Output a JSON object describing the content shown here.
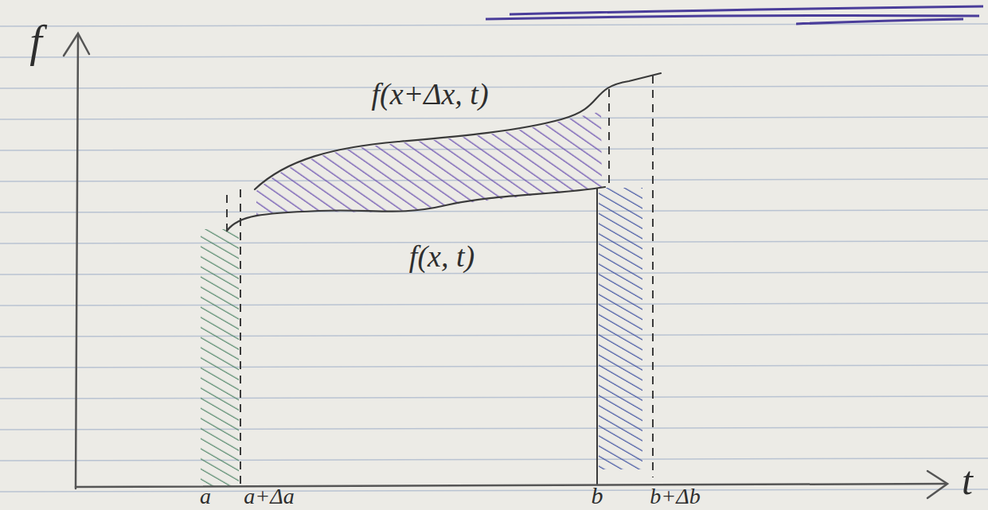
{
  "diagram": {
    "labels": [
      "f",
      "t",
      "f(x+Δx, t)",
      "f(x, t)",
      "a",
      "a+Δa",
      "b",
      "b+Δb"
    ]
  }
}
